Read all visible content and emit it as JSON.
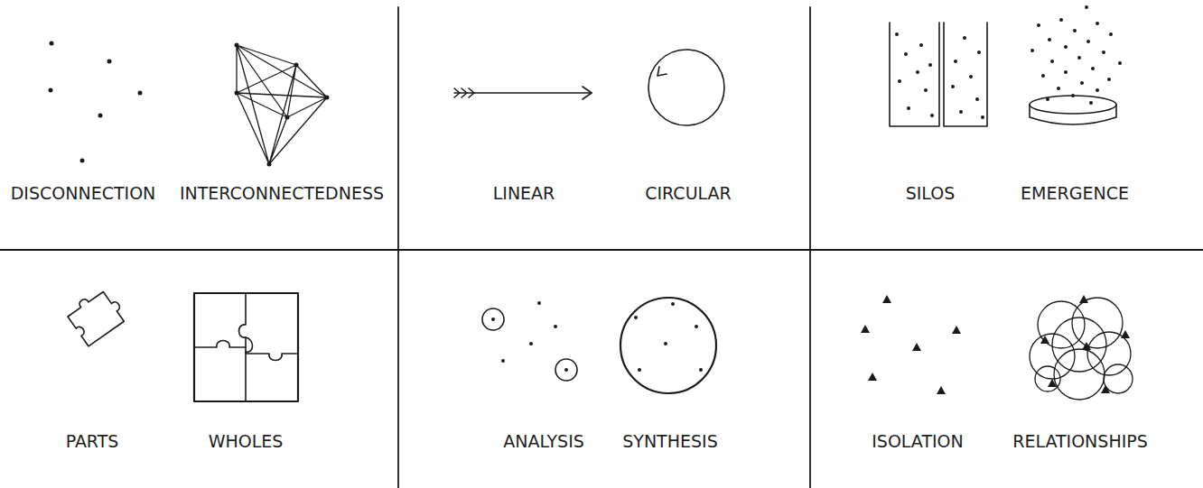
{
  "diagram": {
    "labels": [
      "DISCONNECTION",
      "INTERCONNECTEDNESS",
      "LINEAR",
      "CIRCULAR",
      "SILOS",
      "EMERGENCE",
      "PARTS",
      "WHOLES",
      "ANALYSIS",
      "SYNTHESIS",
      "ISOLATION",
      "RELATIONSHIPS"
    ]
  }
}
